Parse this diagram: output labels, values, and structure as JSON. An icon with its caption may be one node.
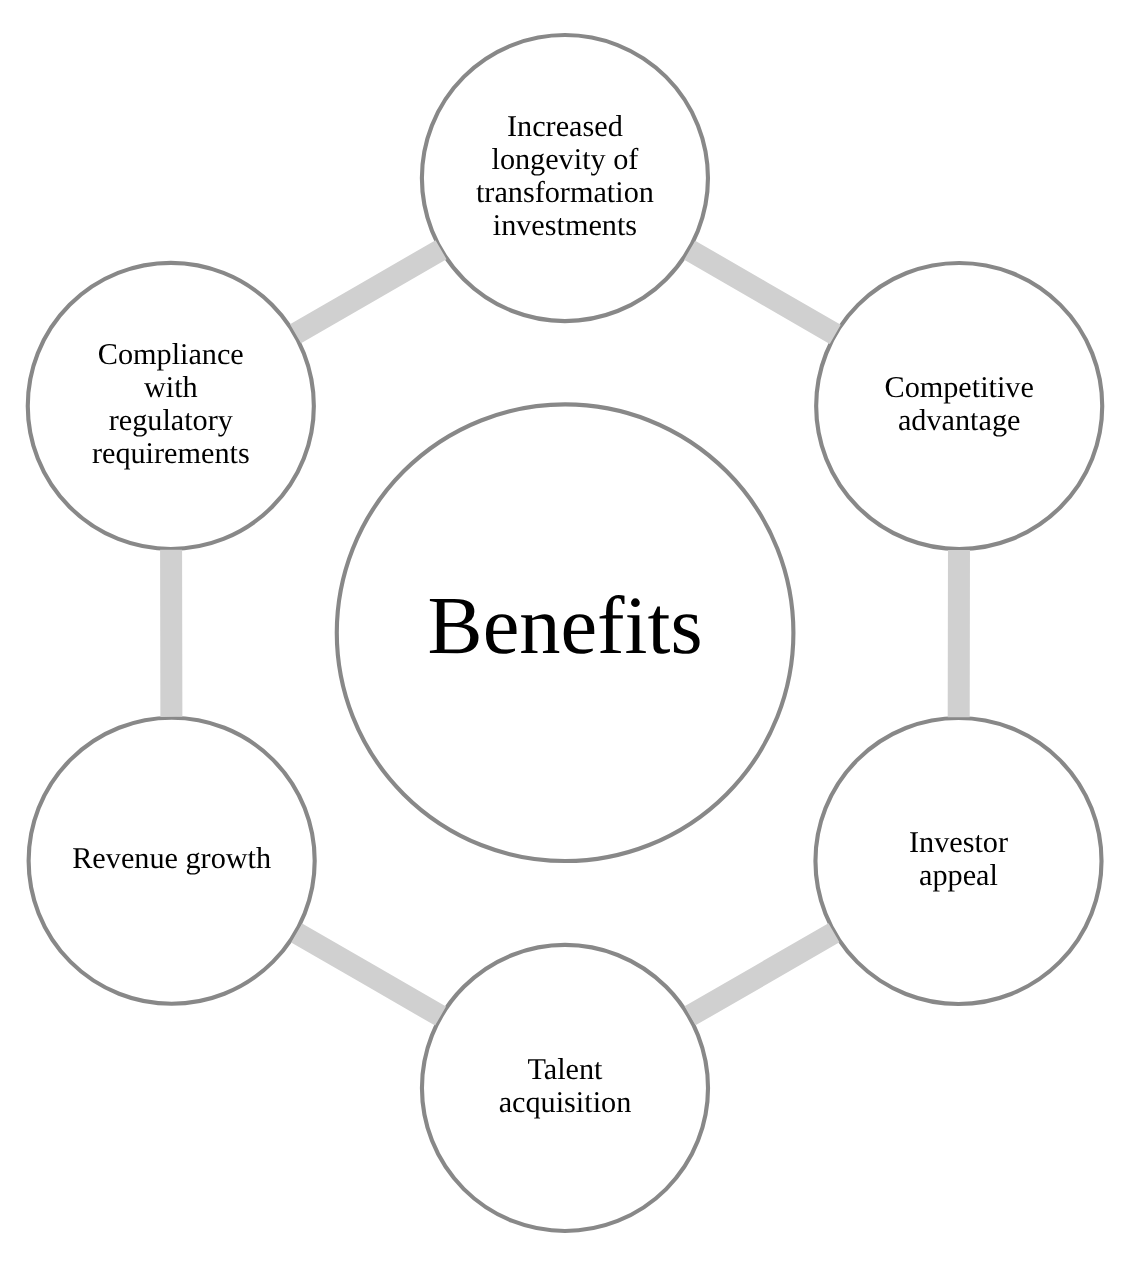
{
  "diagram": {
    "nodes": [
      {
        "text": [
          "Competitive advantage"
        ]
      },
      {
        "text": [
          "Increased longevity of transformation investments"
        ]
      },
      {
        "text": [
          "Investor appeal"
        ]
      },
      {
        "text": [
          "Benefits"
        ]
      },
      {
        "text": [
          "Compliance with regulatory requirements"
        ]
      },
      {
        "text": [
          "Talent acquisition"
        ]
      },
      {
        "text": [
          "Revenue growth"
        ]
      }
    ],
    "edges": [
      {
        "from": 0,
        "to": 2,
        "arrow": "none"
      },
      {
        "from": 2,
        "to": 5,
        "arrow": "none"
      },
      {
        "from": 5,
        "to": 6,
        "arrow": "none"
      },
      {
        "from": 6,
        "to": 4,
        "arrow": "none"
      },
      {
        "from": 4,
        "to": 1,
        "arrow": "none"
      },
      {
        "from": 1,
        "to": 0,
        "arrow": "none"
      }
    ]
  }
}
